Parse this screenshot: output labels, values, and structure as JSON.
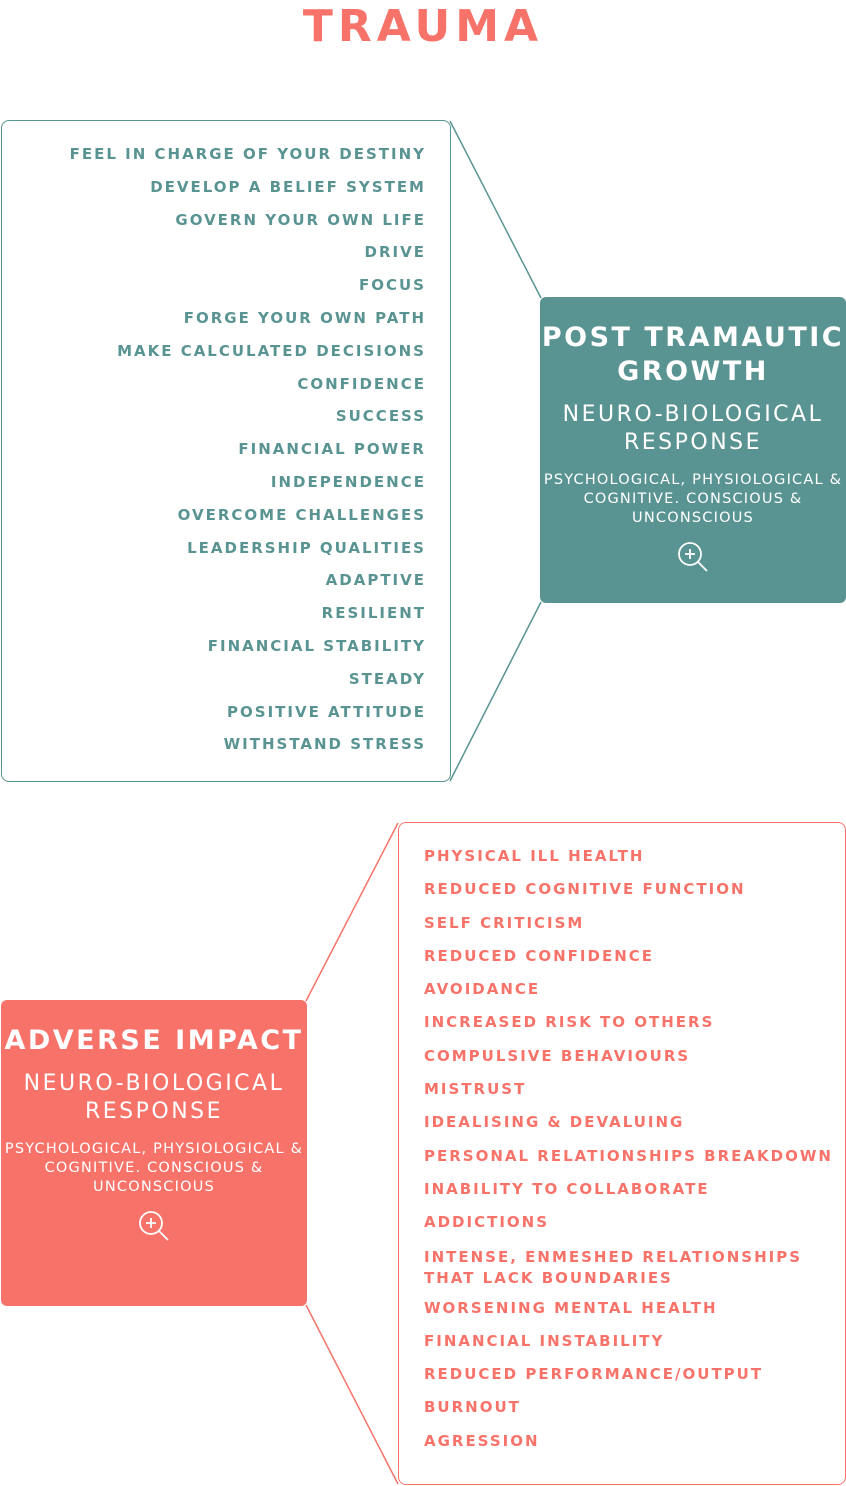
{
  "title": "TRAUMA",
  "colors": {
    "teal": "#5a9492",
    "coral": "#f7736a"
  },
  "growth": {
    "items": [
      "FEEL IN CHARGE OF YOUR DESTINY",
      "DEVELOP A BELIEF SYSTEM",
      "GOVERN YOUR OWN LIFE",
      "DRIVE",
      "FOCUS",
      "FORGE YOUR OWN PATH",
      "MAKE CALCULATED DECISIONS",
      "CONFIDENCE",
      "SUCCESS",
      "FINANCIAL POWER",
      "INDEPENDENCE",
      "OVERCOME CHALLENGES",
      "LEADERSHIP QUALITIES",
      "ADAPTIVE",
      "RESILIENT",
      "FINANCIAL STABILITY",
      "STEADY",
      "POSITIVE ATTITUDE",
      "WITHSTAND STRESS"
    ],
    "card": {
      "heading": "POST TRAMAUTIC GROWTH",
      "subheading": "NEURO-BIOLOGICAL RESPONSE",
      "description": "PSYCHOLOGICAL, PHYSIOLOGICAL & COGNITIVE. CONSCIOUS & UNCONSCIOUS",
      "icon": "zoom-in-icon"
    }
  },
  "adverse": {
    "items": [
      "PHYSICAL ILL HEALTH",
      "REDUCED COGNITIVE FUNCTION",
      "SELF CRITICISM",
      "REDUCED CONFIDENCE",
      "AVOIDANCE",
      "INCREASED RISK TO OTHERS",
      "COMPULSIVE BEHAVIOURS",
      "MISTRUST",
      "IDEALISING & DEVALUING",
      "PERSONAL RELATIONSHIPS BREAKDOWN",
      "INABILITY TO COLLABORATE",
      "ADDICTIONS",
      "INTENSE, ENMESHED RELATIONSHIPS\nTHAT LACK BOUNDARIES",
      "WORSENING MENTAL HEALTH",
      "FINANCIAL INSTABILITY",
      "REDUCED PERFORMANCE/OUTPUT",
      "BURNOUT",
      "AGRESSION"
    ],
    "card": {
      "heading": "ADVERSE IMPACT",
      "subheading": "NEURO-BIOLOGICAL RESPONSE",
      "description": "PSYCHOLOGICAL, PHYSIOLOGICAL & COGNITIVE. CONSCIOUS & UNCONSCIOUS",
      "icon": "zoom-in-icon"
    }
  }
}
